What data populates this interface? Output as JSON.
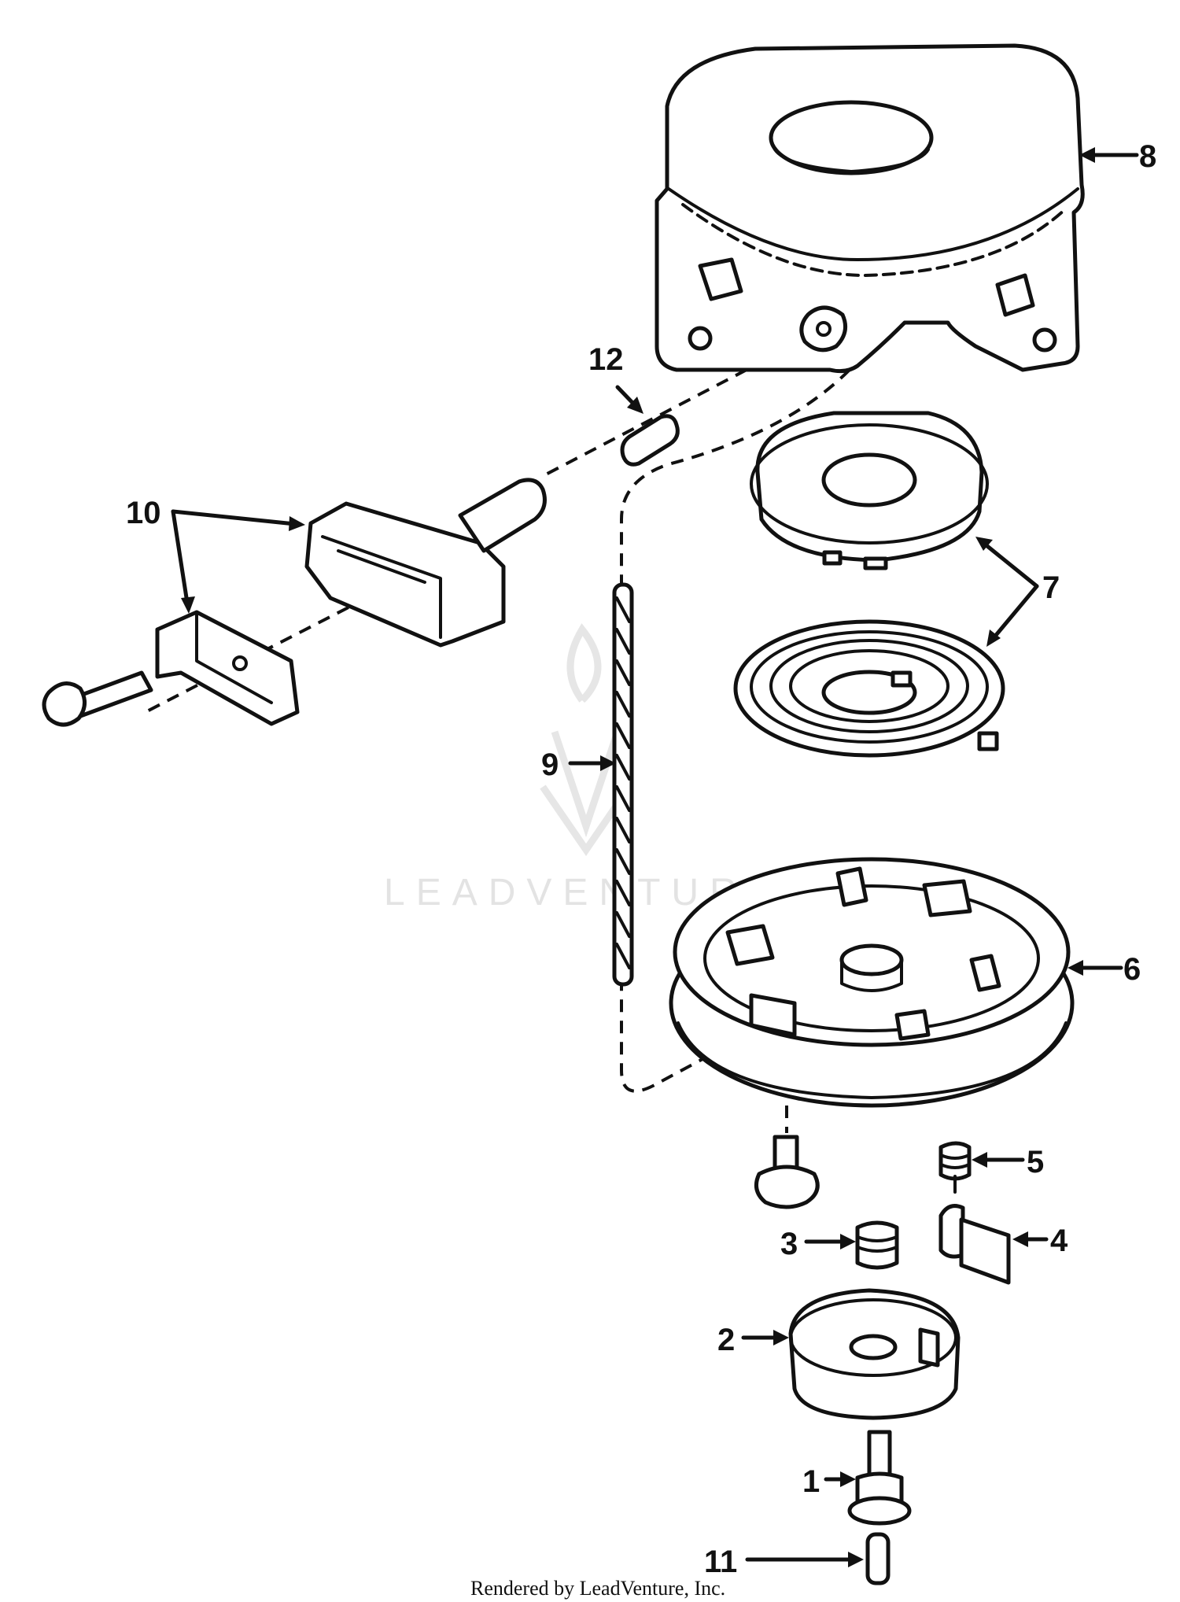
{
  "diagram": {
    "watermark": "LEADVENTURE",
    "callouts": {
      "p1": "1",
      "p2": "2",
      "p3": "3",
      "p4": "4",
      "p5": "5",
      "p6": "6",
      "p7": "7",
      "p8": "8",
      "p9": "9",
      "p10": "10",
      "p11": "11",
      "p12": "12"
    },
    "footer": "Rendered by LeadVenture, Inc."
  },
  "colors": {
    "line": "#111111",
    "background": "#ffffff",
    "watermark": "#e3e3e3"
  }
}
